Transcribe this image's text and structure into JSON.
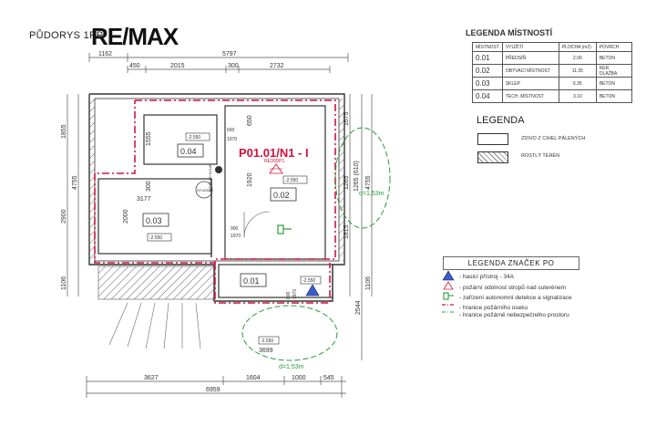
{
  "header": {
    "title": "PŮDORYS 1PP",
    "logo_text": "RE/MAX"
  },
  "room_legend": {
    "title": "LEGENDA MÍSTNOSTÍ",
    "headers": [
      "MÍSTNOST",
      "VYUŽITÍ",
      "PLOCHA (m2)",
      "POVRCH"
    ],
    "rows": [
      {
        "id": "0.01",
        "use": "PŘEDSÍŇ",
        "area": "2.00",
        "surface": "BETON"
      },
      {
        "id": "0.02",
        "use": "OBÝVACÍ MÍSTNOST",
        "area": "11.35",
        "surface": "KER. DLAŽBA"
      },
      {
        "id": "0.03",
        "use": "SKLEP",
        "area": "6.35",
        "surface": "BETON"
      },
      {
        "id": "0.04",
        "use": "TECH. MÍSTNOST",
        "area": "3.10",
        "surface": "BETON"
      }
    ]
  },
  "material_legend": {
    "title": "LEGENDA",
    "items": [
      "ZDIVO Z CIHEL PÁLENÝCH",
      "ROSTLÝ TERÉN"
    ]
  },
  "symbol_legend": {
    "title": "LEGENDA ZNAČEK PO",
    "items": [
      "- hasicí přístroj - 34A",
      "- požární odolnost stropů nad suterénem",
      "- zařízení autonomní detekce a signalizace",
      "- hranice požárního úseku",
      "- hranice požárně nebezpečného prostoru"
    ]
  },
  "plan": {
    "section_label": "P01.01/N1 - I",
    "stamp": "RE30DP1",
    "stair_label": "STUDNA",
    "rooms": [
      {
        "id": "0.04",
        "level": "-2.550"
      },
      {
        "id": "0.02",
        "level": "-2.550"
      },
      {
        "id": "0.03",
        "level": "-2.550"
      },
      {
        "id": "0.01",
        "level": "-2.550"
      }
    ],
    "outside_level": "-2.550",
    "distance_right": "d=1,53m",
    "distance_bottom": "d=1,53m",
    "dims_top": [
      "1162",
      "5797"
    ],
    "dims_top2": [
      "450",
      "2015",
      "300",
      "2732"
    ],
    "dims_bottom": [
      "3627",
      "1604",
      "1000",
      "545"
    ],
    "dims_bottom_total": "6959",
    "dims_left": [
      "1855",
      "4755",
      "2900",
      "1106"
    ],
    "dims_right": [
      "1675",
      "4755",
      "1265",
      "1265 (610)",
      "1815",
      "1106",
      "2544"
    ],
    "dims_inner": [
      "1555",
      "600",
      "1970",
      "1920",
      "650",
      "3177",
      "2000",
      "300",
      "900",
      "1970",
      "800",
      "1970",
      "3699"
    ],
    "door_tag": "VSTUP DO KOLAR."
  }
}
